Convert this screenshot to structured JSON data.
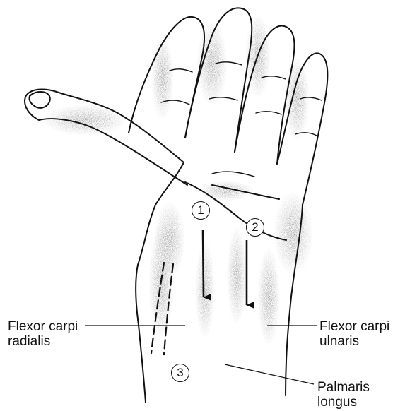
{
  "figure": {
    "subject": "anatomical illustration of palm of hand and wrist with flexor tendons",
    "ink_color": "#111111",
    "background_color": "#ffffff"
  },
  "labels": {
    "flexor_carpi_radialis": "Flexor carpi\nradialis",
    "flexor_carpi_ulnaris": "Flexor carpi\nulnaris",
    "palmaris_longus": "Palmaris\nlongus"
  },
  "markers": {
    "one": "1",
    "two": "2",
    "three": "3"
  }
}
